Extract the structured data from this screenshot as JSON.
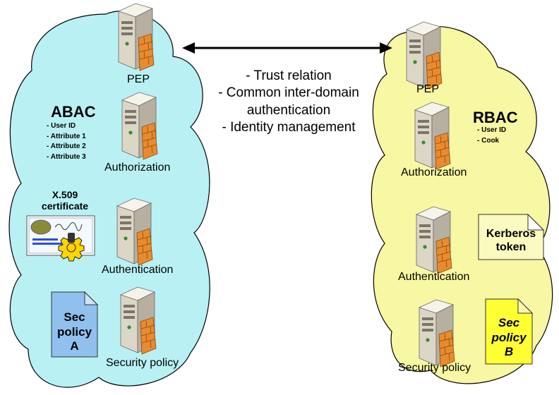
{
  "colors": {
    "left_cloud": "#b9f0f4",
    "right_cloud": "#f7f7a4",
    "cloud_stroke": "#000000",
    "server_body": "#e4dfd2",
    "firewall": "#e88a2e",
    "left_doc": "#8fc0ee",
    "right_doc_top": "#fbfbc0",
    "right_doc_bottom": "#ffff33"
  },
  "relation": {
    "lines": [
      "- Trust relation",
      "- Common inter-domain",
      "authentication",
      "- Identity management"
    ]
  },
  "left_domain": {
    "pep_label": "PEP",
    "model_title": "ABAC",
    "attributes": [
      "- User ID",
      "- Attribute 1",
      "- Attribute 2",
      "- Attribute 3"
    ],
    "authorization_label": "Authorization",
    "certificate_title": [
      "X.509",
      "certificate"
    ],
    "authentication_label": "Authentication",
    "policy_doc": [
      "Sec",
      "policy",
      "A"
    ],
    "security_policy_label": "Security policy"
  },
  "right_domain": {
    "pep_label": "PEP",
    "model_title": "RBAC",
    "attributes": [
      "- User ID",
      "- Cook"
    ],
    "authorization_label": "Authorization",
    "token_doc": [
      "Kerberos",
      "token"
    ],
    "authentication_label": "Authentication",
    "policy_doc": [
      "Sec",
      "policy",
      "B"
    ],
    "security_policy_label": "Security policy"
  },
  "icons": {
    "server": "server-with-firewall-icon",
    "certificate": "x509-certificate-icon",
    "gear": "gear-icon",
    "document": "document-icon",
    "arrow": "double-headed-arrow-icon"
  }
}
